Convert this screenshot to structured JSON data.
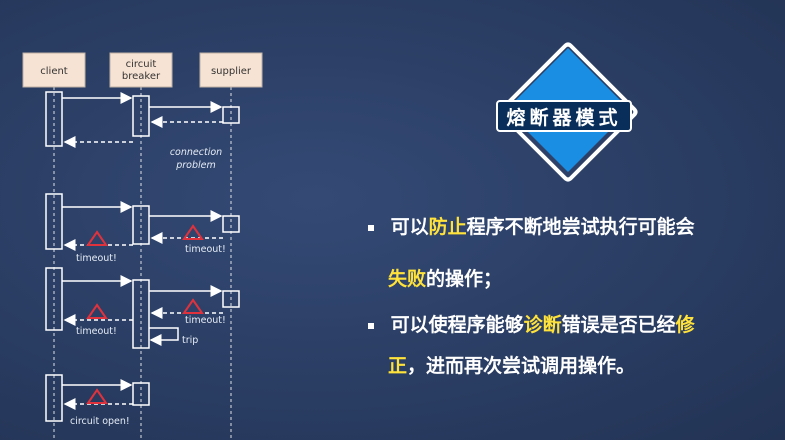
{
  "diagram": {
    "actors": [
      "client",
      "circuit\nbreaker",
      "supplier"
    ],
    "actor_lines": [
      [
        "client"
      ],
      [
        "circuit",
        "breaker"
      ],
      [
        "supplier"
      ]
    ],
    "notes": {
      "connection_problem": [
        "connection",
        "problem"
      ],
      "timeout": "timeout!",
      "trip": "trip",
      "circuit_open": "circuit open!"
    }
  },
  "badge": {
    "title": "熔断器模式"
  },
  "bullets": [
    {
      "lines": [
        [
          {
            "t": "可以",
            "hl": false
          },
          {
            "t": "防止",
            "hl": true
          },
          {
            "t": "程序不断地尝试执行可能会",
            "hl": false
          }
        ],
        [
          {
            "t": "失败",
            "hl": true
          },
          {
            "t": "的操作；",
            "hl": false
          }
        ]
      ]
    },
    {
      "lines": [
        [
          {
            "t": "可以使程序能够",
            "hl": false
          },
          {
            "t": "诊断",
            "hl": true
          },
          {
            "t": "错误是否已经",
            "hl": false
          },
          {
            "t": "修",
            "hl": true
          }
        ],
        [
          {
            "t": "正",
            "hl": true
          },
          {
            "t": "，进而再次尝试调用操作。",
            "hl": false
          }
        ]
      ]
    }
  ],
  "colors": {
    "background": "#2a3d63",
    "actor_box": "#f7e3d3",
    "highlight": "#ffe23a",
    "warning": "#e0323c",
    "badge_fill": "#0a2e5a"
  }
}
